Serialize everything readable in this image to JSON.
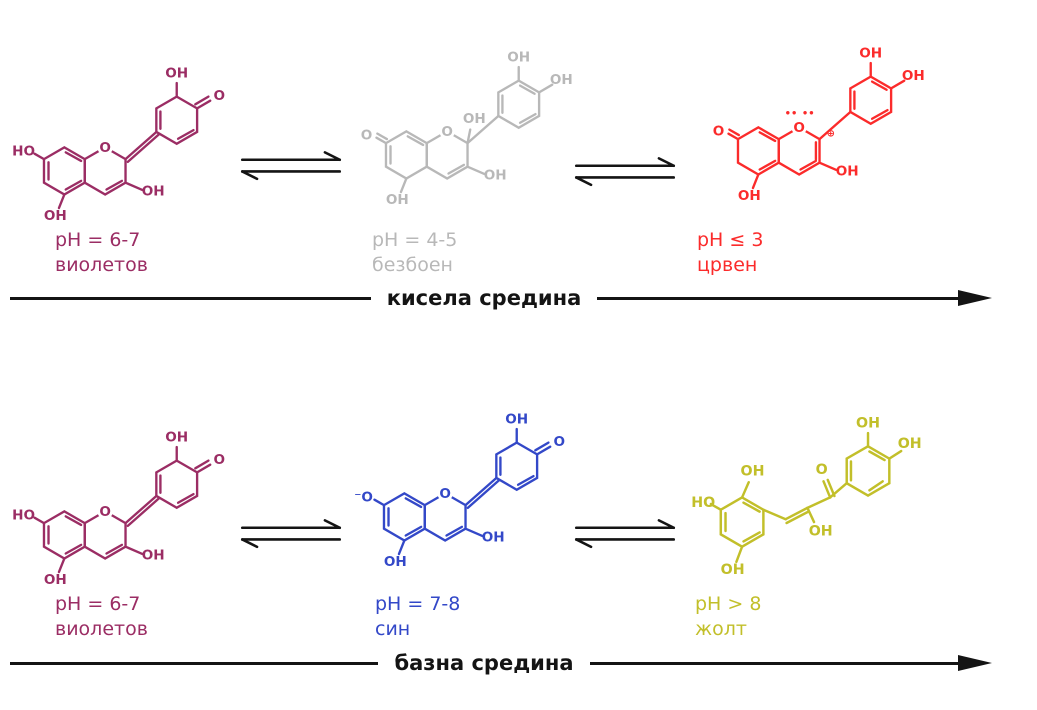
{
  "colors": {
    "violet": "#9b2d64",
    "gray": "#b8b8b8",
    "red": "#fb2b2b",
    "blue": "#3348c8",
    "yellow": "#c2bf2a",
    "ink": "#141414"
  },
  "acidic": {
    "arrow_label": "кисела средина",
    "violet": {
      "ph": "pH = 6-7",
      "name": "виолетов",
      "atoms": {
        "ho7": "HO",
        "ring_o": "O",
        "oh5": "OH",
        "oh3": "OH",
        "ohb": "OH",
        "ob": "O"
      }
    },
    "colorless": {
      "ph": "pH = 4-5",
      "name": "безбоен",
      "atoms": {
        "o7": "O",
        "ring_o": "O",
        "oh2": "OH",
        "oh5": "OH",
        "oh3": "OH",
        "ohb1": "OH",
        "ohb2": "OH"
      }
    },
    "red": {
      "ph": "pH ≤ 3",
      "name": "црвен",
      "atoms": {
        "o7": "O",
        "ring_o": "O",
        "lone_pair_left": "••",
        "lone_pair_right": "••",
        "charge": "⊕",
        "oh5": "OH",
        "oh3": "OH",
        "ohb1": "OH",
        "ohb2": "OH"
      }
    }
  },
  "basic": {
    "arrow_label": "базна средина",
    "violet": {
      "ph": "pH = 6-7",
      "name": "виолетов",
      "atoms": {
        "ho7": "HO",
        "ring_o": "O",
        "oh5": "OH",
        "oh3": "OH",
        "ohb": "OH",
        "ob": "O"
      }
    },
    "blue": {
      "ph": "pH = 7-8",
      "name": "син",
      "atoms": {
        "o7m": "⁻O",
        "ring_o": "O",
        "oh5": "OH",
        "oh3": "OH",
        "ohb": "OH",
        "ob": "O"
      }
    },
    "yellow": {
      "ph": "pH > 8",
      "name": "жолт",
      "atoms": {
        "ho": "HO",
        "oh_top": "OH",
        "oh_bottom": "OH",
        "carbonyl_o": "O",
        "oh_chain": "OH",
        "ohb1": "OH",
        "ohb2": "OH"
      }
    }
  }
}
